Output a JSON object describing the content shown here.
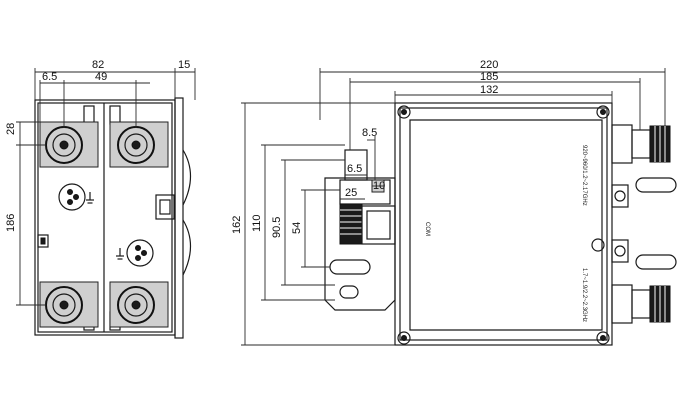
{
  "dimensions": {
    "width_total": "82",
    "flange_offset": "6.5",
    "connector_pitch": "49",
    "side_thickness": "15",
    "connector_height": "28",
    "height_left": "186",
    "length_total": "220",
    "length_185": "185",
    "length_body": "132",
    "dim_8_5": "8.5",
    "dim_6_5": "6.5",
    "dim_25": "25",
    "dim_10": "10",
    "height_162": "162",
    "height_110": "110",
    "height_90_5": "90.5",
    "height_54": "54"
  },
  "labels": {
    "com_port": "COM",
    "port_label_1": "920~960/1.2~2.17GHz",
    "port_label_2": "1.7~1.9/2.2~2.3GHz"
  }
}
